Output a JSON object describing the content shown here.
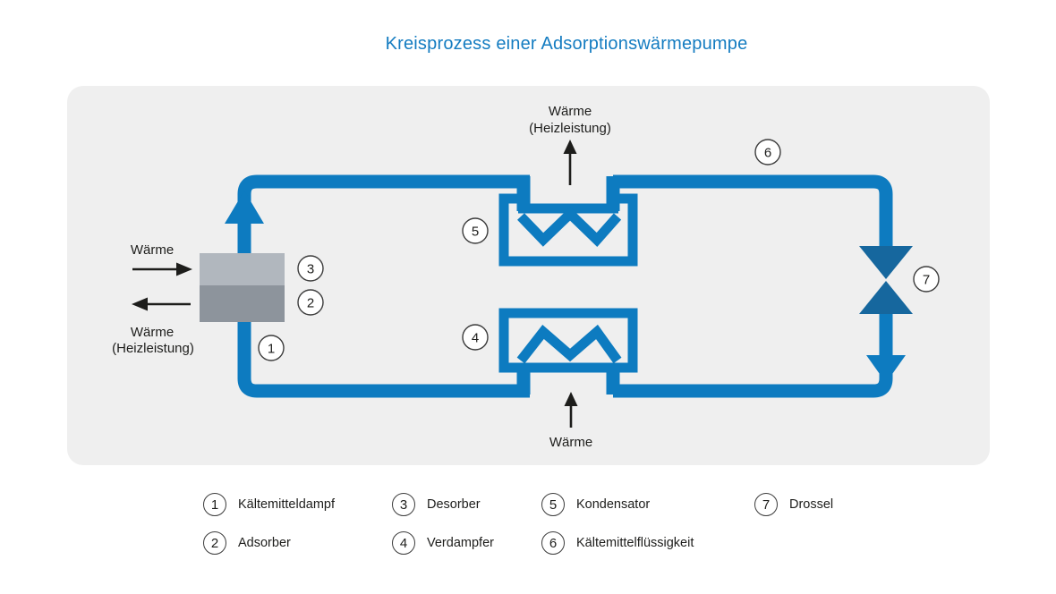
{
  "header": {
    "title": "Kreisprozess einer Adsorptionswärmepumpe"
  },
  "colors": {
    "accent_blue": "#0d7bc0",
    "valve_dark_blue": "#16679e",
    "title_blue": "#147cc1",
    "panel_gray": "#efefef",
    "block_top_gray": "#b1b7be",
    "block_bottom_gray": "#8d949c",
    "text_dark": "#1d1d1b"
  },
  "diagram": {
    "heat_labels": {
      "left_in": "Wärme",
      "left_out_1": "Wärme",
      "left_out_2": "(Heizleistung)",
      "top_1": "Wärme",
      "top_2": "(Heizleistung)",
      "bottom": "Wärme"
    },
    "markers": [
      "1",
      "2",
      "3",
      "4",
      "5",
      "6",
      "7"
    ]
  },
  "legend": {
    "items": [
      {
        "n": "1",
        "label": "Kältemitteldampf"
      },
      {
        "n": "2",
        "label": "Adsorber"
      },
      {
        "n": "3",
        "label": "Desorber"
      },
      {
        "n": "4",
        "label": "Verdampfer"
      },
      {
        "n": "5",
        "label": "Kondensator"
      },
      {
        "n": "6",
        "label": "Kältemittelflüssigkeit"
      },
      {
        "n": "7",
        "label": "Drossel"
      }
    ]
  }
}
